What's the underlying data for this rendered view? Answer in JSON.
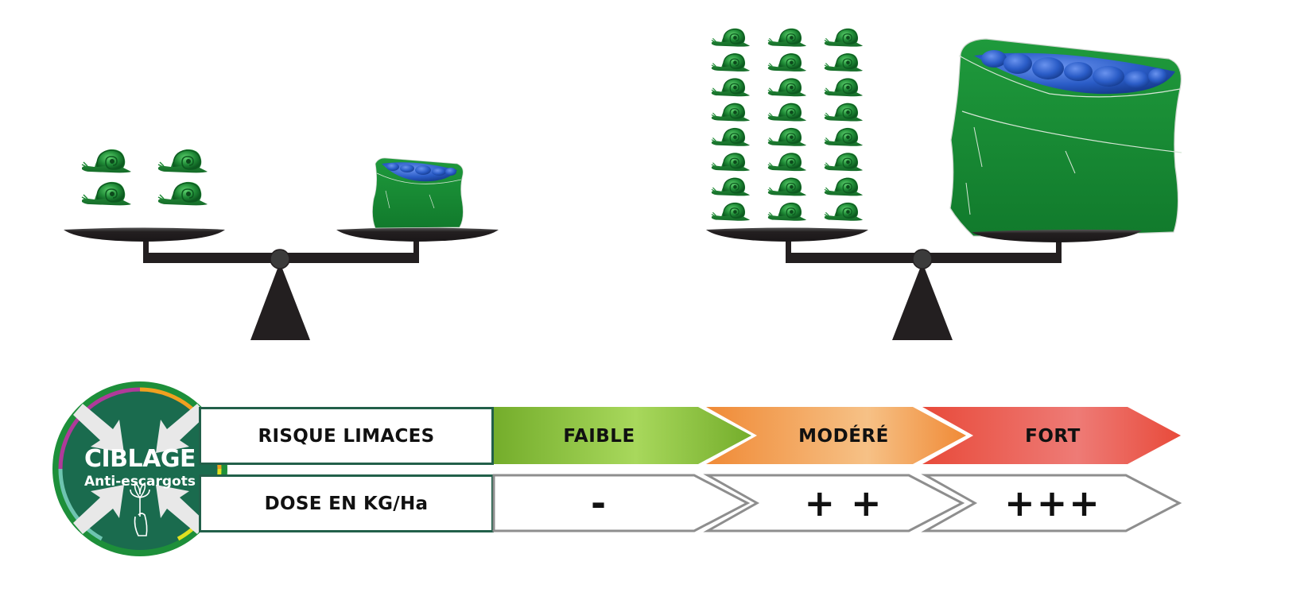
{
  "scales": [
    {
      "name": "low-risk",
      "left_pan": {
        "item": "snail",
        "count": 4,
        "columns": 2
      },
      "right_pan": {
        "item": "pellet-bag",
        "size": "small"
      }
    },
    {
      "name": "high-risk",
      "left_pan": {
        "item": "snail",
        "count": 24,
        "columns": 3
      },
      "right_pan": {
        "item": "pellet-bag",
        "size": "large"
      }
    }
  ],
  "logo": {
    "title": "CIBLAGE",
    "subtitle": "Anti-escargots",
    "icon": "hand-holding-plant-icon"
  },
  "table": {
    "row_labels": {
      "risk": "RISQUE LIMACES",
      "dose": "DOSE EN KG/Ha"
    },
    "levels": [
      {
        "risk": "FAIBLE",
        "dose": "-",
        "color": "#7cb32f",
        "highlight": "#a8d85c"
      },
      {
        "risk": "MODÉRÉ",
        "dose": "+ +",
        "color": "#f08a36",
        "highlight": "#f6c186"
      },
      {
        "risk": "FORT",
        "dose": "+++",
        "color": "#e84a3a",
        "highlight": "#ee7b76"
      }
    ]
  },
  "colors": {
    "logo_green": "#1a6b4e",
    "logo_ring": "#1d8f3a",
    "label_border": "#22604a",
    "dose_outline": "#8e8e8e",
    "scale_dark": "#231f20",
    "snail_green": "#1f8a36",
    "pellet_blue": "#2a5cc7"
  }
}
